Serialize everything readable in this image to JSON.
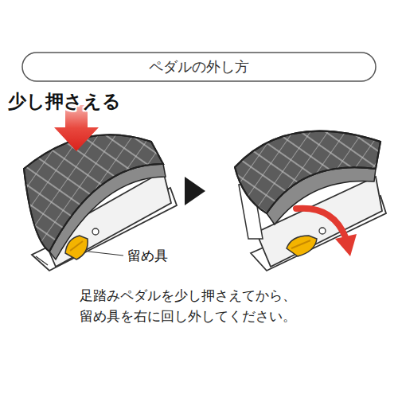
{
  "diagram": {
    "title": "ペダルの外し方",
    "caption": "足踏みペダルを少し押さえてから、 留め具を右に回し外してください。",
    "labels": [
      "少し押さえる",
      "留め具"
    ]
  }
}
